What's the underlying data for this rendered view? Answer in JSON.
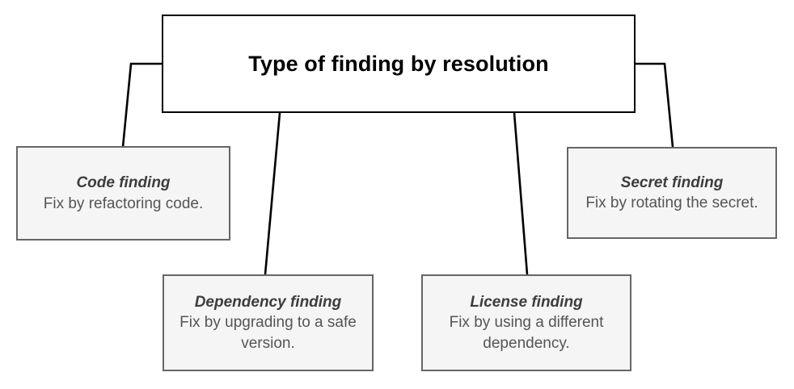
{
  "diagram": {
    "type": "tree",
    "orientation": "top-down",
    "root": {
      "title": "Type of finding by resolution"
    },
    "children": [
      {
        "id": "code-finding",
        "title": "Code finding",
        "description": "Fix by refactoring code."
      },
      {
        "id": "dependency-finding",
        "title": "Dependency finding",
        "description": "Fix by upgrading to a safe version."
      },
      {
        "id": "license-finding",
        "title": "License finding",
        "description": "Fix by using a different dependency."
      },
      {
        "id": "secret-finding",
        "title": "Secret finding",
        "description": "Fix by rotating the secret."
      }
    ],
    "colors": {
      "root_fill": "#ffffff",
      "root_border": "#000000",
      "root_text": "#000000",
      "child_fill": "#f5f5f5",
      "child_border": "#666666",
      "child_title_text": "#3d3d3d",
      "child_desc_text": "#555555",
      "connector": "#000000",
      "background": "#ffffff"
    }
  }
}
